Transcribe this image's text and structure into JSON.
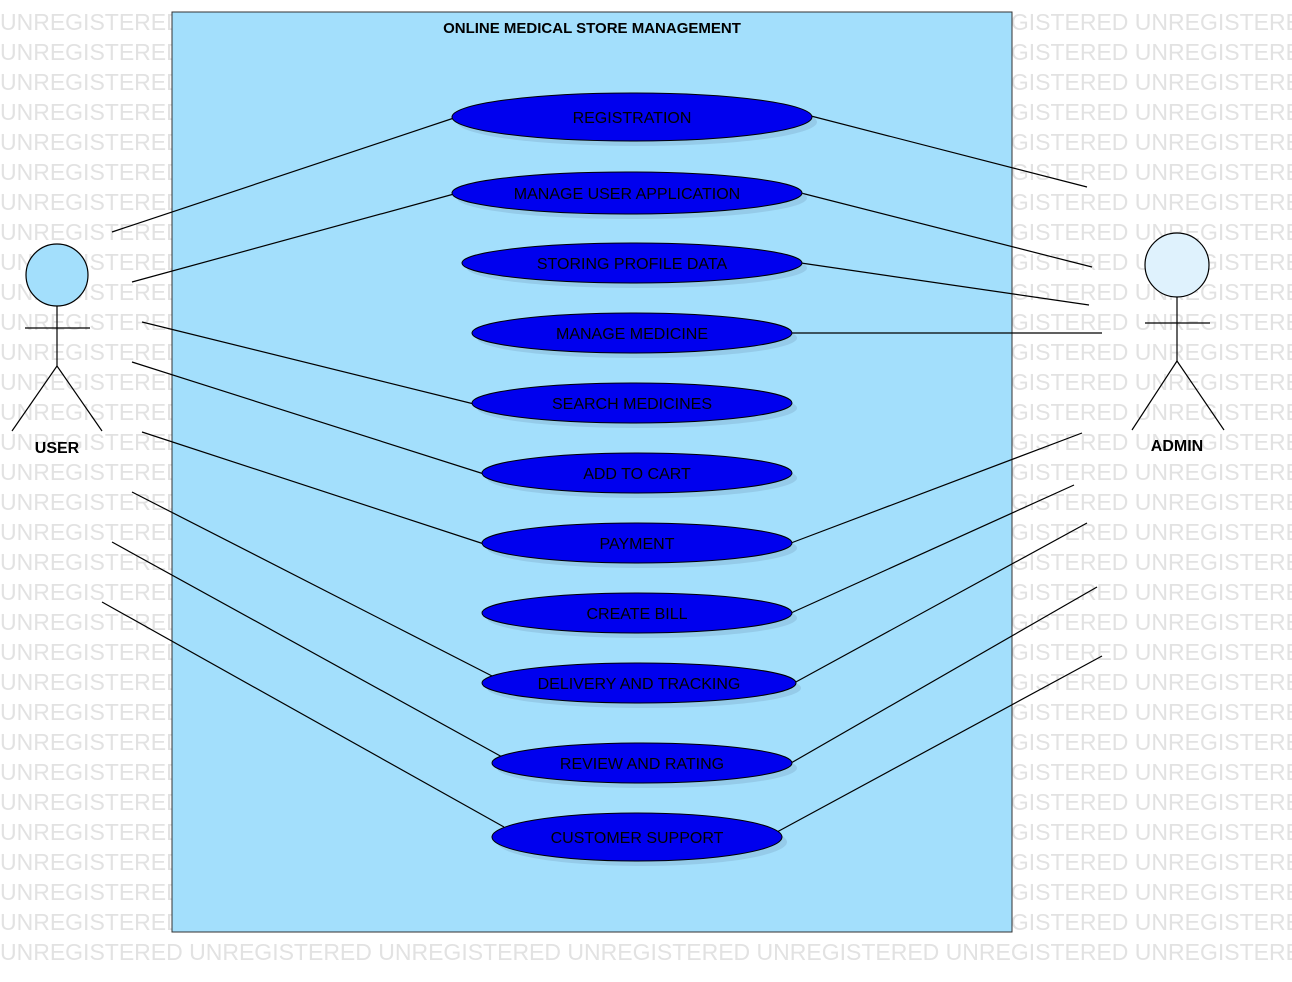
{
  "watermark_text": "UNREGISTERED",
  "system": {
    "title": "ONLINE MEDICAL STORE MANAGEMENT"
  },
  "actors": [
    {
      "id": "user",
      "label": "USER"
    },
    {
      "id": "admin",
      "label": "ADMIN"
    }
  ],
  "use_cases": [
    {
      "id": "registration",
      "label": "REGISTRATION"
    },
    {
      "id": "manage-user-application",
      "label": "MANAGE USER APPLICATION"
    },
    {
      "id": "storing-profile-data",
      "label": "STORING PROFILE DATA"
    },
    {
      "id": "manage-medicine",
      "label": "MANAGE MEDICINE"
    },
    {
      "id": "search-medicines",
      "label": "SEARCH MEDICINES"
    },
    {
      "id": "add-to-cart",
      "label": "ADD TO CART"
    },
    {
      "id": "payment",
      "label": "PAYMENT"
    },
    {
      "id": "create-bill",
      "label": "CREATE BILL"
    },
    {
      "id": "delivery-and-tracking",
      "label": "DELIVERY AND TRACKING"
    },
    {
      "id": "review-and-rating",
      "label": "REVIEW AND RATING"
    },
    {
      "id": "customer-support",
      "label": "CUSTOMER SUPPORT"
    }
  ],
  "associations": [
    {
      "actor": "user",
      "use_case": "registration"
    },
    {
      "actor": "user",
      "use_case": "manage-user-application"
    },
    {
      "actor": "user",
      "use_case": "search-medicines"
    },
    {
      "actor": "user",
      "use_case": "add-to-cart"
    },
    {
      "actor": "user",
      "use_case": "payment"
    },
    {
      "actor": "user",
      "use_case": "delivery-and-tracking"
    },
    {
      "actor": "user",
      "use_case": "review-and-rating"
    },
    {
      "actor": "user",
      "use_case": "customer-support"
    },
    {
      "actor": "admin",
      "use_case": "registration"
    },
    {
      "actor": "admin",
      "use_case": "manage-user-application"
    },
    {
      "actor": "admin",
      "use_case": "storing-profile-data"
    },
    {
      "actor": "admin",
      "use_case": "manage-medicine"
    },
    {
      "actor": "admin",
      "use_case": "payment"
    },
    {
      "actor": "admin",
      "use_case": "create-bill"
    },
    {
      "actor": "admin",
      "use_case": "delivery-and-tracking"
    },
    {
      "actor": "admin",
      "use_case": "review-and-rating"
    },
    {
      "actor": "admin",
      "use_case": "customer-support"
    }
  ],
  "colors": {
    "system_fill": "#a3dffc",
    "use_case_fill": "#0000ee",
    "user_head": "#a3dffc",
    "admin_head": "#dff2fd",
    "line": "#000000"
  }
}
